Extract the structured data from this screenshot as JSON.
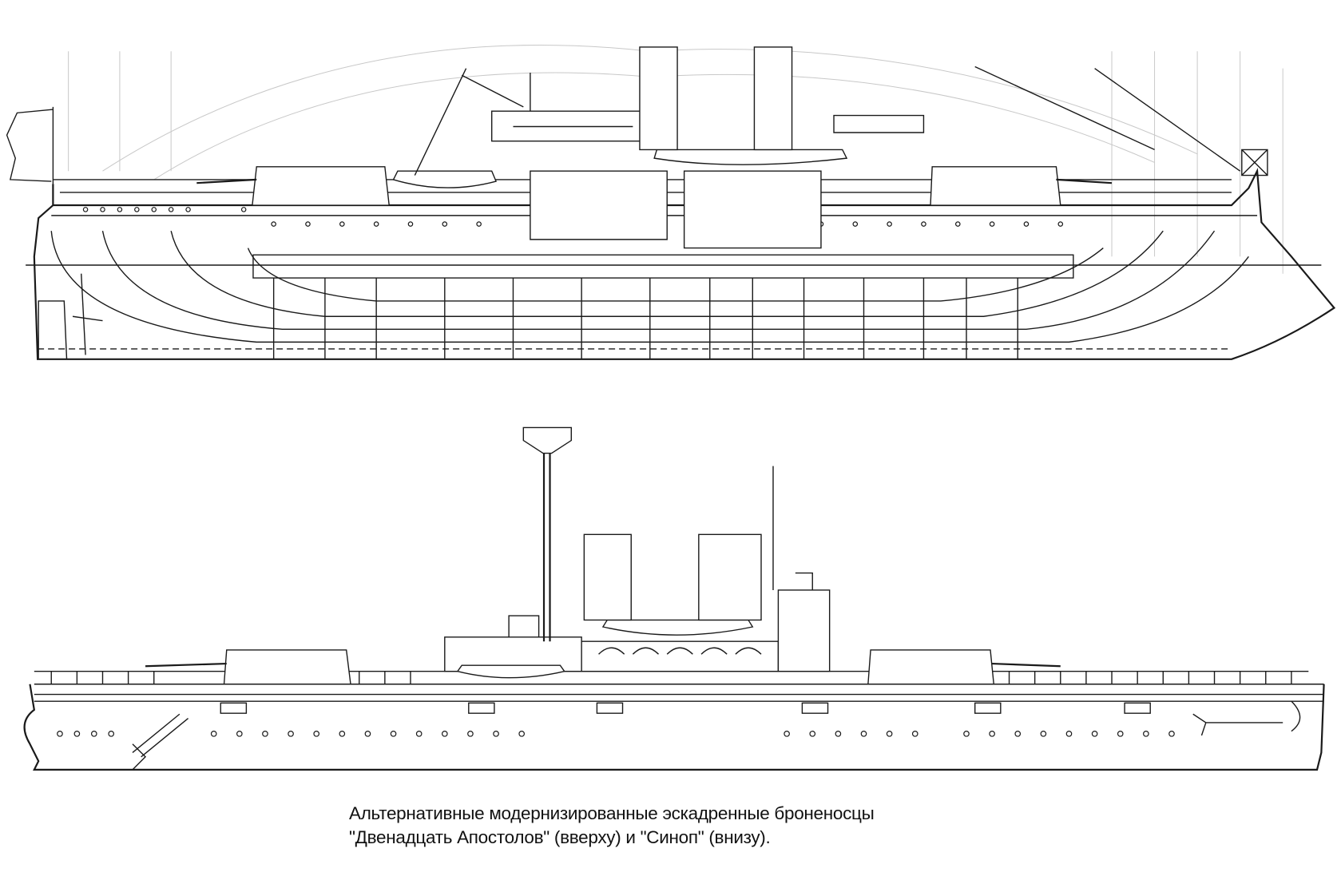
{
  "caption": {
    "line1": "Альтернативные модернизированные эскадренные броненосцы",
    "line2": "\"Двенадцать Апостолов\" (вверху) и \"Синоп\" (внизу)."
  },
  "drawings": {
    "top": "Двенадцать Апостолов",
    "bottom": "Синоп"
  }
}
